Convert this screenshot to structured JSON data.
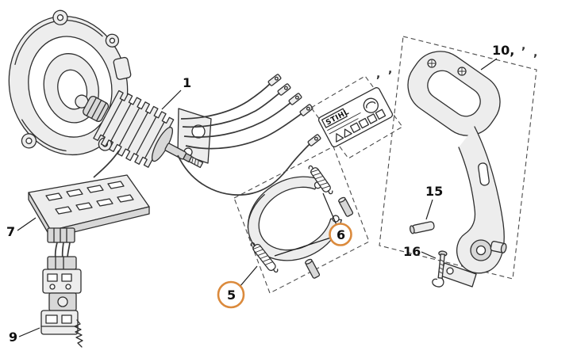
{
  "diagram": {
    "background": "#ffffff",
    "accent_color": "#DB8A3C",
    "line_color": "#2e2e2e"
  },
  "callouts": {
    "c1": {
      "label": "1",
      "highlighted": false
    },
    "c5": {
      "label": "5",
      "highlighted": true
    },
    "c6": {
      "label": "6",
      "highlighted": true
    },
    "c7": {
      "label": "7",
      "highlighted": false
    },
    "c9": {
      "label": "9",
      "highlighted": false
    },
    "c10": {
      "label": "10,",
      "highlighted": false
    },
    "c15": {
      "label": "15",
      "highlighted": false
    },
    "c16": {
      "label": "16",
      "highlighted": false
    }
  },
  "sticker": {
    "brand": "STIHL"
  },
  "artifacts": {
    "comma_a": ",",
    "comma_b": ",",
    "comma_c": ",",
    "comma_d": ","
  }
}
